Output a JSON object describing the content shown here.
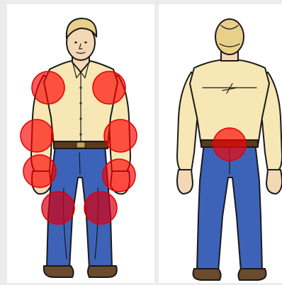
{
  "figures": [
    {
      "view": "front"
    },
    {
      "view": "back"
    }
  ],
  "colors": {
    "shirt": "#f6e7b4",
    "shirt_shadow": "#e8d39a",
    "skin": "#f4d7b5",
    "hair": "#e9d08a",
    "jeans": "#3d63b8",
    "jeans_dark": "#2a4a94",
    "belt": "#5a3a1a",
    "shoes": "#6b4a2e",
    "marker": "#ff0000"
  },
  "front_markers": [
    "left-shoulder",
    "right-shoulder",
    "left-elbow",
    "right-elbow",
    "left-hand",
    "right-hand",
    "left-knee",
    "right-knee"
  ],
  "back_markers": [
    "lower-back"
  ]
}
